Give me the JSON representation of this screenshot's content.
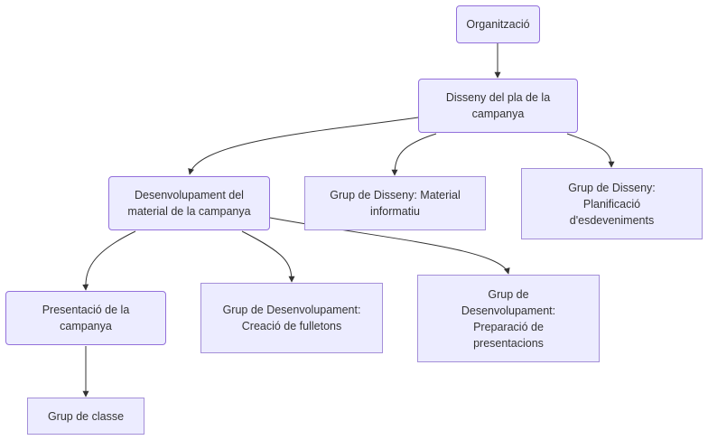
{
  "diagram": {
    "type": "flowchart",
    "colors": {
      "node_fill": "#ECECFF",
      "node_border": "#9370DB",
      "edge": "#333333",
      "text": "#333333"
    },
    "nodes": {
      "org": {
        "label": "Organització"
      },
      "pla": {
        "label": "Disseny del pla de la campanya"
      },
      "desenv": {
        "label": "Desenvolupament del material de la campanya"
      },
      "material": {
        "label": "Grup de Disseny: Material informatiu"
      },
      "planif": {
        "label": "Grup de Disseny: Planificació d'esdeveniments"
      },
      "presentacio": {
        "label": "Presentació de la campanya"
      },
      "fulletons": {
        "label": "Grup de Desenvolupament: Creació de fulletons"
      },
      "preparacio": {
        "label": "Grup de Desenvolupament: Preparació de presentacions"
      },
      "classe": {
        "label": "Grup de classe"
      }
    },
    "edges": [
      {
        "from": "org",
        "to": "pla"
      },
      {
        "from": "pla",
        "to": "desenv"
      },
      {
        "from": "pla",
        "to": "material"
      },
      {
        "from": "pla",
        "to": "planif"
      },
      {
        "from": "desenv",
        "to": "presentacio"
      },
      {
        "from": "desenv",
        "to": "fulletons"
      },
      {
        "from": "desenv",
        "to": "preparacio"
      },
      {
        "from": "presentacio",
        "to": "classe"
      }
    ]
  }
}
